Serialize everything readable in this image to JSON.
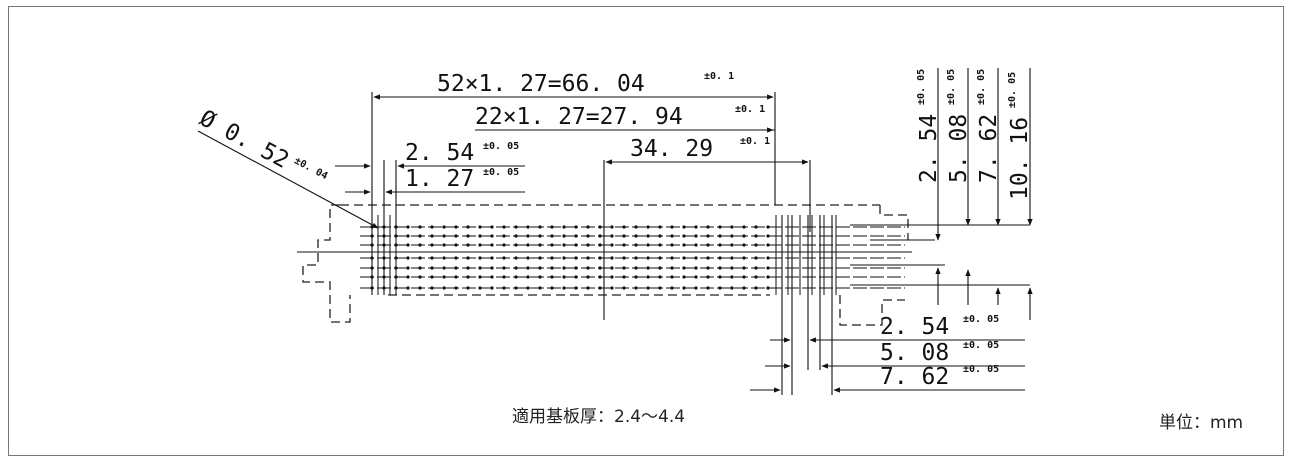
{
  "dimensions": {
    "overall": {
      "base": "52×1. 27=66. 04",
      "tol": "±0. 1"
    },
    "inner": {
      "base": "22×1. 27=27. 94",
      "tol": "±0. 1"
    },
    "offset": {
      "base": "34. 29",
      "tol": "±0. 1"
    },
    "pitch2": {
      "base": "2. 54",
      "tol": "±0. 05"
    },
    "pitch1": {
      "base": "1. 27",
      "tol": "±0. 05"
    },
    "hole": {
      "base": "Ø 0. 52",
      "tol": "±0. 04"
    },
    "v1": {
      "base": "2. 54",
      "tol": "±0. 05"
    },
    "v2": {
      "base": "5. 08",
      "tol": "±0. 05"
    },
    "v3": {
      "base": "7. 62",
      "tol": "±0. 05"
    },
    "v4": {
      "base": "10. 16",
      "tol": "±0. 05"
    },
    "b1": {
      "base": "2. 54",
      "tol": "±0. 05"
    },
    "b2": {
      "base": "5. 08",
      "tol": "±0. 05"
    },
    "b3": {
      "base": "7. 62",
      "tol": "±0. 05"
    }
  },
  "notes": {
    "thickness": "適用基板厚：2.4～4.4",
    "unit": "単位：mm"
  }
}
